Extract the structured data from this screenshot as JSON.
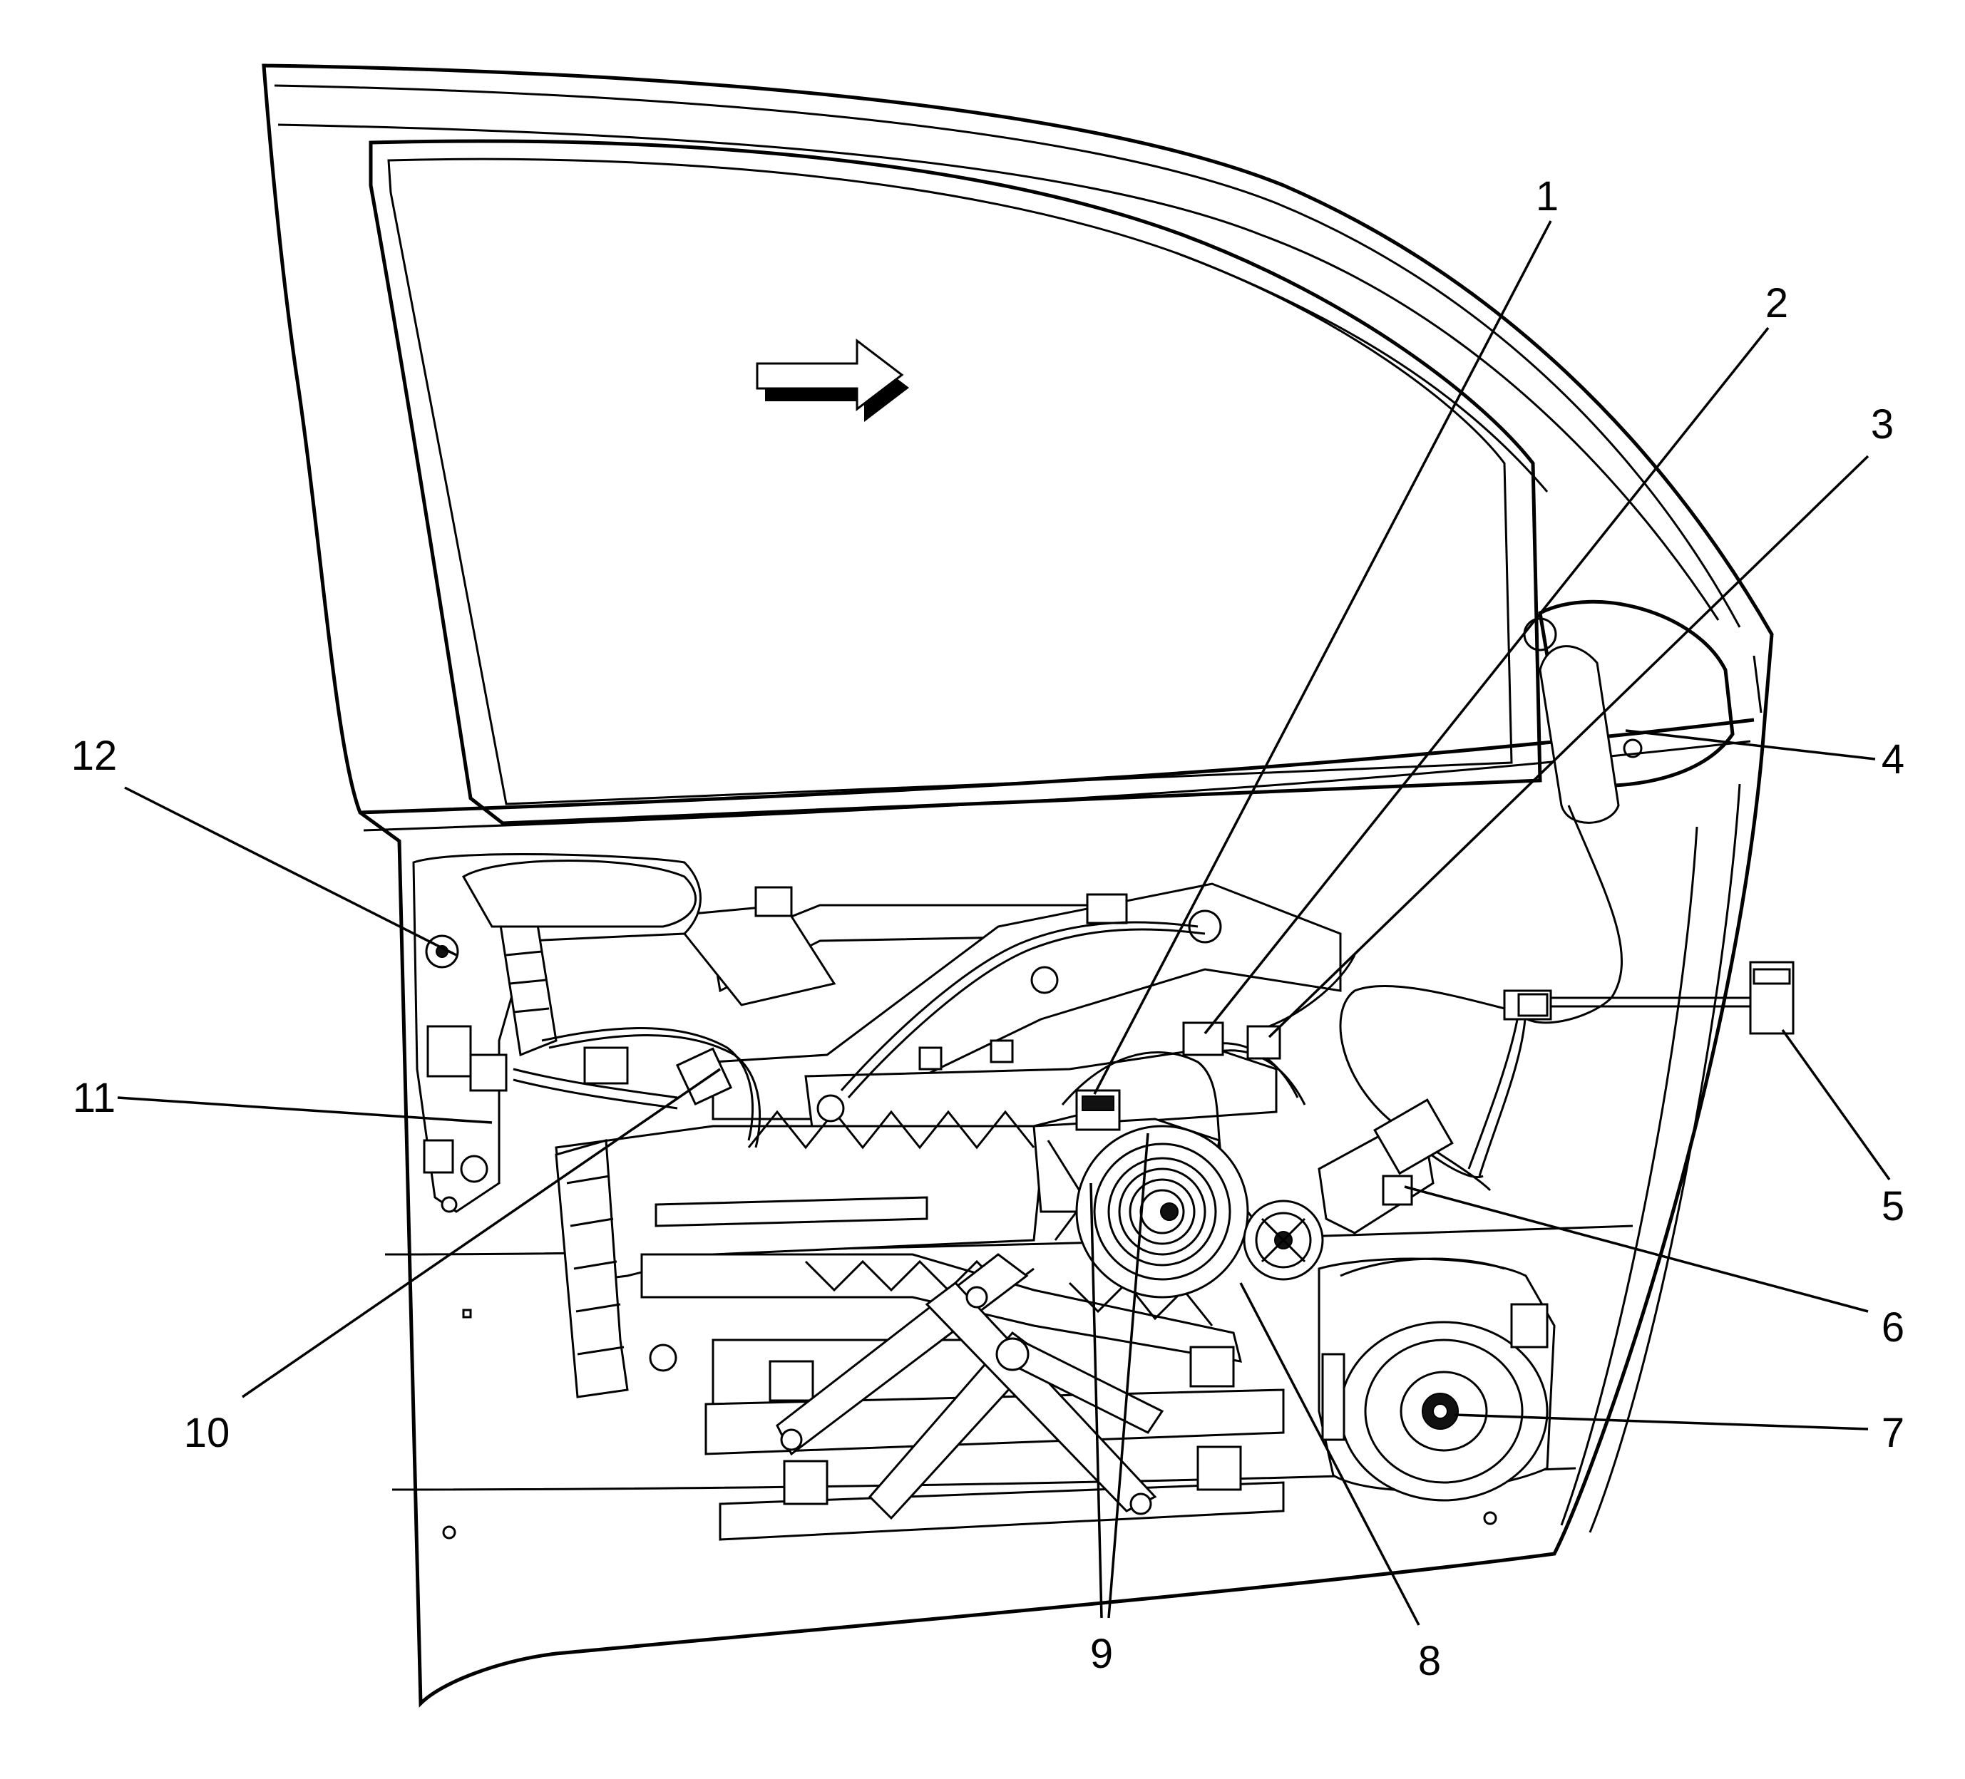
{
  "diagram": {
    "callouts": [
      {
        "id": "1",
        "label": "1"
      },
      {
        "id": "2",
        "label": "2"
      },
      {
        "id": "3",
        "label": "3"
      },
      {
        "id": "4",
        "label": "4"
      },
      {
        "id": "5",
        "label": "5"
      },
      {
        "id": "6",
        "label": "6"
      },
      {
        "id": "7",
        "label": "7"
      },
      {
        "id": "8",
        "label": "8"
      },
      {
        "id": "9",
        "label": "9"
      },
      {
        "id": "10",
        "label": "10"
      },
      {
        "id": "11",
        "label": "11"
      },
      {
        "id": "12",
        "label": "12"
      }
    ],
    "icons": {
      "direction_arrow": "forward-arrow-icon"
    },
    "colors": {
      "line": "#000000",
      "background": "#ffffff",
      "shade": "#bdbdbd"
    }
  }
}
